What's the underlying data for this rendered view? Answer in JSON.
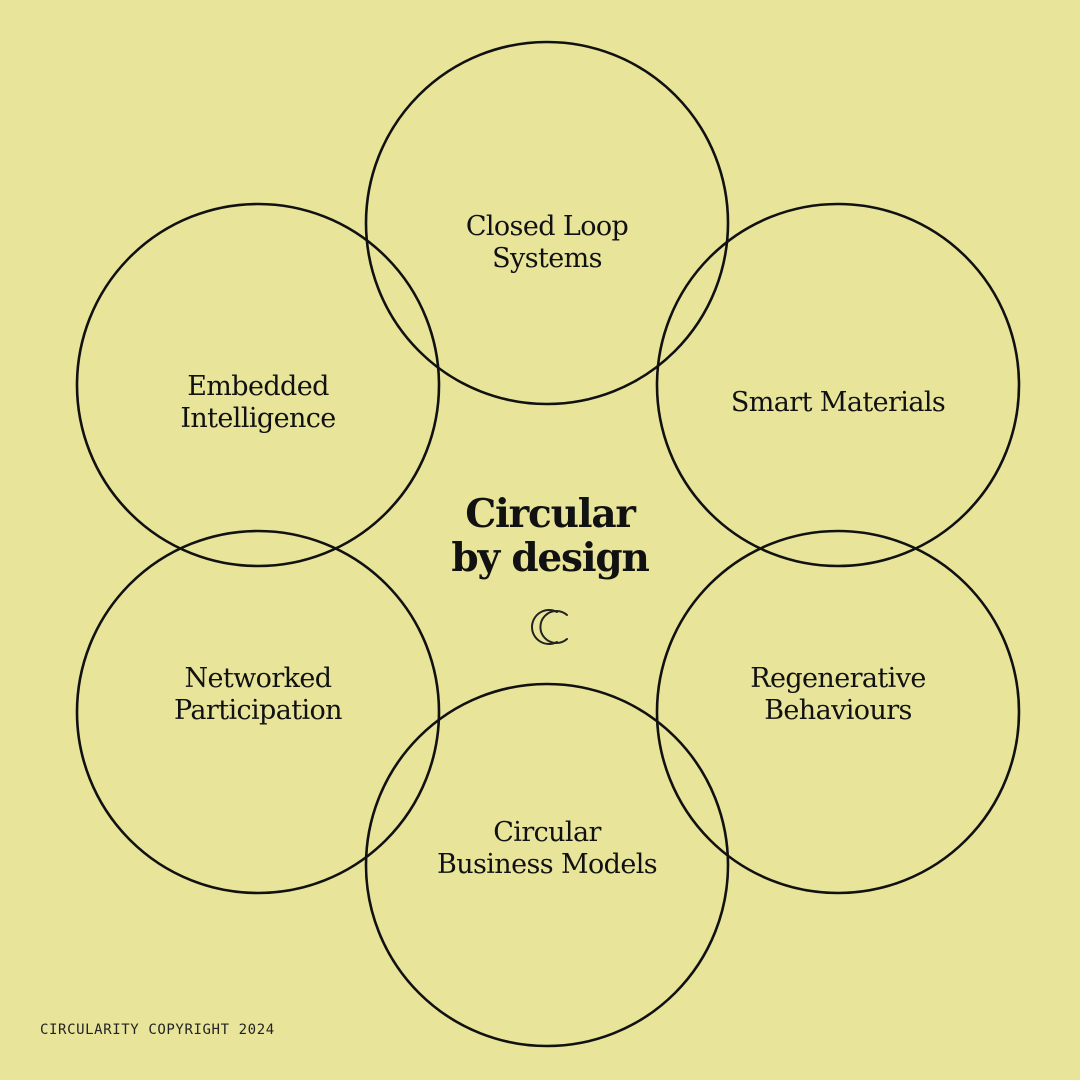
{
  "diagram": {
    "center": {
      "line1": "Circular",
      "line2": "by design",
      "logo_icon": "double-c-logo-icon"
    },
    "circles": [
      {
        "line1": "Closed Loop",
        "line2": "Systems"
      },
      {
        "line1": "Smart Materials",
        "line2": ""
      },
      {
        "line1": "Regenerative",
        "line2": "Behaviours"
      },
      {
        "line1": "Circular",
        "line2": "Business Models"
      },
      {
        "line1": "Networked",
        "line2": "Participation"
      },
      {
        "line1": "Embedded",
        "line2": "Intelligence"
      }
    ]
  },
  "footer": {
    "copyright": "CIRCULARITY COPYRIGHT 2024"
  },
  "colors": {
    "background": "#e8e59b",
    "ink": "#111111"
  }
}
